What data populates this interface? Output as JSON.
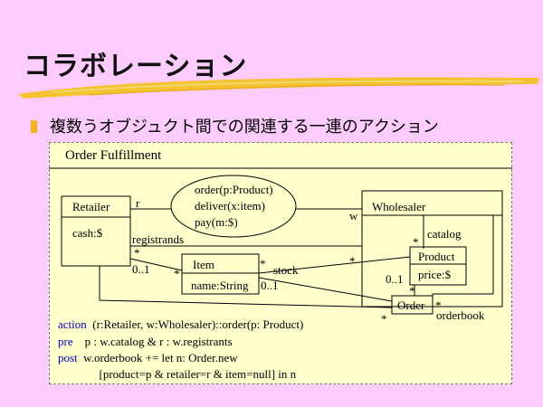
{
  "slide": {
    "title": "コラボレーション",
    "bullet": "複数うオブジュクト間での関連する一連のアクション"
  },
  "panel": {
    "title": "Order Fulfillment"
  },
  "diagram": {
    "retailer": {
      "name": "Retailer",
      "attr": "cash:$"
    },
    "wholesaler": {
      "name": "Wholesaler"
    },
    "item": {
      "name": "Item",
      "attr": "name:String"
    },
    "product": {
      "name": "Product",
      "attr": "price:$"
    },
    "order": {
      "name": "Order"
    },
    "messages": [
      "order(p:Product)",
      "deliver(x:item)",
      "pay(m:$)"
    ],
    "labels": {
      "r": "r",
      "w": "w",
      "registrands": "registrands",
      "star_retailer": "*",
      "mult_retailer_item": "0..1",
      "star_item_left": "*",
      "star_item_right": "*",
      "stock": "stock",
      "mult_item_stock": "0..1",
      "catalog": "catalog",
      "star_catalog": "*",
      "star_product": "*",
      "mult_product": "0..1",
      "star_order_top": "*",
      "star_order_right": "*",
      "star_order_left": "*",
      "orderbook": "orderbook"
    }
  },
  "spec": {
    "action_kw": "action",
    "action_text": "  (r:Retailer, w:Wholesaler)::order(p: Product)",
    "pre_kw": "pre",
    "pre_text": "    p : w.catalog & r : w.registrants",
    "post_kw": "post",
    "post_text": "  w.orderbook += let n: Order.new",
    "post_cont": "              [product=p & retailer=r & item=null] in n"
  }
}
